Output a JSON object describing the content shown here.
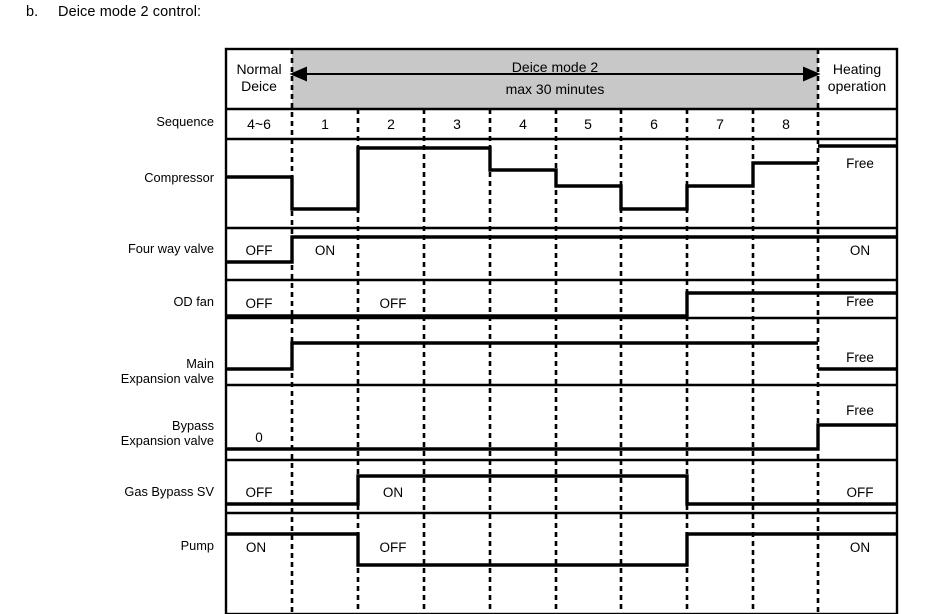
{
  "caption": {
    "marker": "b.",
    "text": "Deice mode 2 control:"
  },
  "header": {
    "normal_deice": "Normal\nDeice",
    "mode_title": "Deice mode 2",
    "mode_subtitle": "max 30 minutes",
    "heating": "Heating\noperation",
    "arrow_left_icon": "arrow-left-icon",
    "arrow_right_icon": "arrow-right-icon"
  },
  "sequence": {
    "label": "Sequence",
    "cells": [
      "4~6",
      "1",
      "2",
      "3",
      "4",
      "5",
      "6",
      "7",
      "8",
      ""
    ]
  },
  "rows": [
    {
      "label": "Compressor",
      "labels_in_chart": [
        "Free"
      ]
    },
    {
      "label": "Four way valve",
      "labels_in_chart": [
        "OFF",
        "ON",
        "ON"
      ]
    },
    {
      "label": "OD fan",
      "labels_in_chart": [
        "OFF",
        "OFF",
        "Free"
      ]
    },
    {
      "label": "Main\nExpansion valve",
      "labels_in_chart": [
        "Free"
      ]
    },
    {
      "label": "Bypass\nExpansion valve",
      "labels_in_chart": [
        "0",
        "Free"
      ]
    },
    {
      "label": "Gas Bypass SV",
      "labels_in_chart": [
        "OFF",
        "ON",
        "OFF"
      ]
    },
    {
      "label": "Pump",
      "labels_in_chart": [
        "ON",
        "OFF",
        "ON"
      ]
    }
  ],
  "chart_data": {
    "type": "line",
    "title": "Deice mode 2 control",
    "xlabel": "Sequence",
    "columns": [
      "4~6",
      "1",
      "2",
      "3",
      "4",
      "5",
      "6",
      "7",
      "8",
      "Heating operation"
    ],
    "column_x": [
      226,
      292,
      358,
      424,
      490,
      556,
      621,
      687,
      753,
      818,
      897
    ],
    "phases": [
      "Normal Deice",
      "Deice mode 2 (max 30 minutes)",
      "Heating operation"
    ],
    "series": [
      {
        "name": "Compressor",
        "kind": "multi-level-step",
        "levels_by_column": [
          "low",
          "lowest",
          "high",
          "high",
          "mid-high",
          "mid",
          "lowest",
          "mid",
          "mid-high",
          "free"
        ],
        "annotation": "Free"
      },
      {
        "name": "Four way valve",
        "kind": "binary-step",
        "values": [
          "OFF",
          "ON",
          "ON",
          "ON",
          "ON",
          "ON",
          "ON",
          "ON",
          "ON",
          "ON"
        ],
        "annotations": [
          "OFF",
          "ON",
          "ON"
        ]
      },
      {
        "name": "OD fan",
        "kind": "binary-step",
        "values": [
          "OFF",
          "OFF",
          "OFF",
          "OFF",
          "OFF",
          "OFF",
          "OFF",
          "ON",
          "ON",
          "Free"
        ],
        "annotations": [
          "OFF",
          "OFF",
          "Free"
        ]
      },
      {
        "name": "Main Expansion valve",
        "kind": "binary-step",
        "values": [
          "low",
          "open",
          "open",
          "open",
          "open",
          "open",
          "open",
          "open",
          "open",
          "free"
        ],
        "annotations": [
          "Free"
        ]
      },
      {
        "name": "Bypass Expansion valve",
        "kind": "binary-step",
        "values": [
          "0",
          "0",
          "0",
          "0",
          "0",
          "0",
          "0",
          "0",
          "0",
          "free"
        ],
        "annotations": [
          "0",
          "Free"
        ]
      },
      {
        "name": "Gas Bypass SV",
        "kind": "binary-step",
        "values": [
          "OFF",
          "OFF",
          "ON",
          "ON",
          "ON",
          "ON",
          "ON",
          "OFF",
          "OFF",
          "OFF"
        ],
        "annotations": [
          "OFF",
          "ON",
          "OFF"
        ]
      },
      {
        "name": "Pump",
        "kind": "binary-step",
        "values": [
          "ON",
          "ON",
          "OFF",
          "OFF",
          "OFF",
          "OFF",
          "OFF",
          "ON",
          "ON",
          "ON"
        ],
        "annotations": [
          "ON",
          "OFF",
          "ON"
        ]
      }
    ],
    "grid": true,
    "legend": "none"
  },
  "colors": {
    "line": "#000000",
    "band_fill": "#c8c8c8",
    "background": "#ffffff"
  }
}
